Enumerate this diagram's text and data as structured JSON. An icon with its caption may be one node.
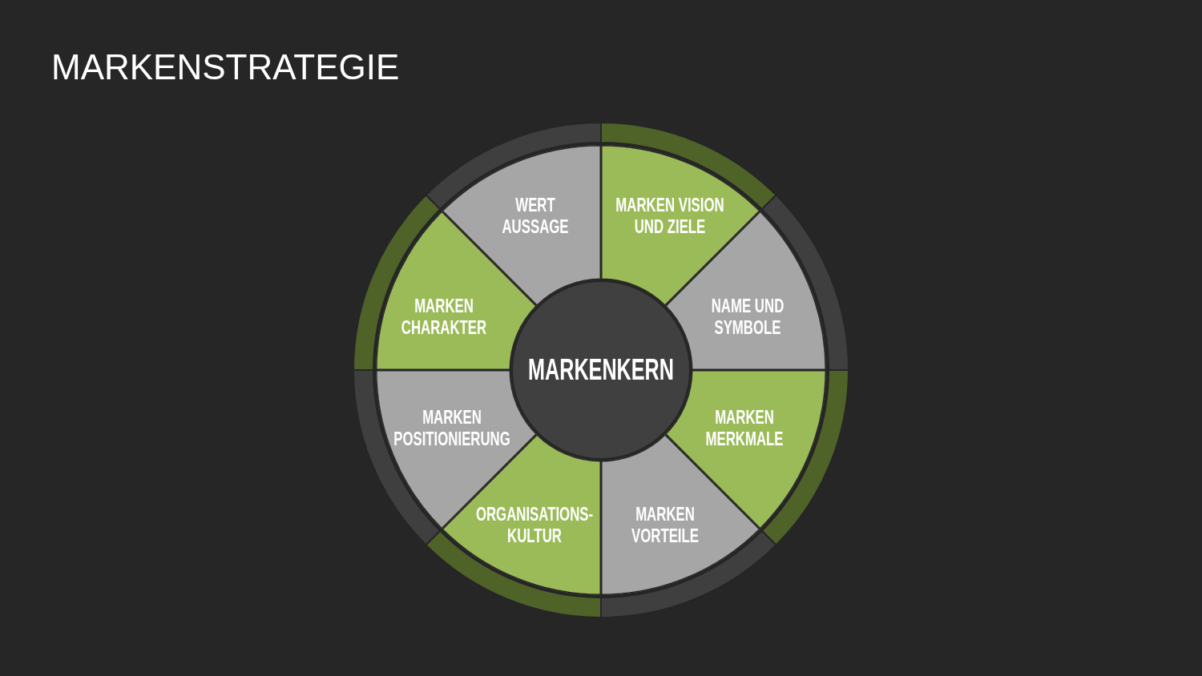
{
  "diagram": {
    "title": "MARKENSTRATEGIE",
    "nodes": [
      {
        "text": [
          "WERT AUSSAGE"
        ]
      },
      {
        "text": [
          "MARKEN VISION UND ZIELE"
        ]
      },
      {
        "text": [
          "MARKEN CHARAKTER"
        ]
      },
      {
        "text": [
          "NAME UND SYMBOLE"
        ]
      },
      {
        "text": [
          "MARKENKERN"
        ]
      },
      {
        "text": [
          "MARKEN POSITIONIERUNG"
        ]
      },
      {
        "text": [
          "MARKEN MERKMALE"
        ]
      },
      {
        "text": [
          "ORGANISATIONS- KULTUR"
        ]
      },
      {
        "text": [
          "MARKEN VORTEILE"
        ]
      }
    ]
  }
}
